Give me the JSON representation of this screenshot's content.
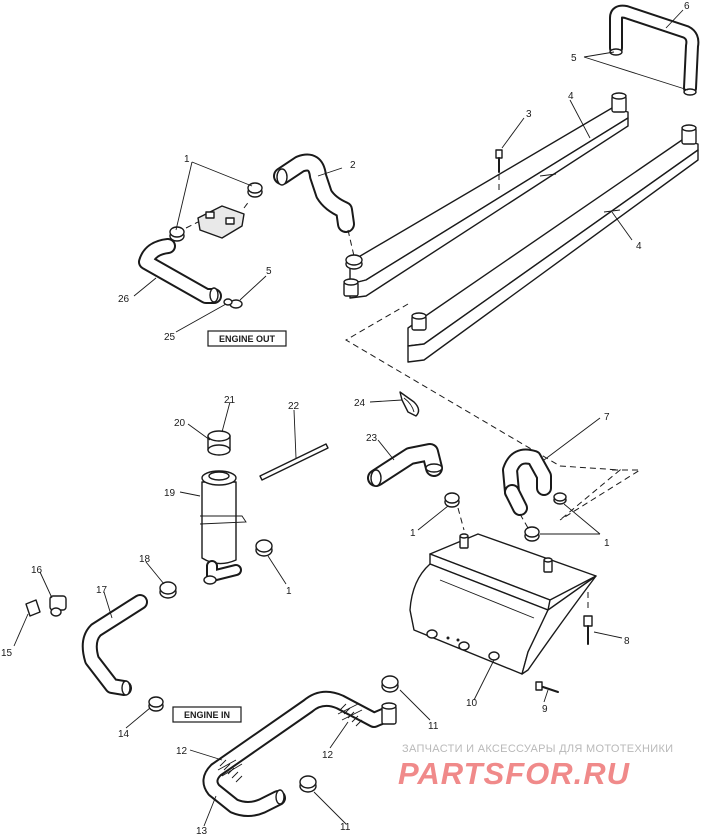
{
  "callouts": [
    {
      "id": "c6a",
      "text": "6"
    },
    {
      "id": "c5a",
      "text": "5"
    },
    {
      "id": "c3",
      "text": "3"
    },
    {
      "id": "c4a",
      "text": "4"
    },
    {
      "id": "c1a",
      "text": "1"
    },
    {
      "id": "c2",
      "text": "2"
    },
    {
      "id": "c4b",
      "text": "4"
    },
    {
      "id": "c5b",
      "text": "5"
    },
    {
      "id": "c26",
      "text": "26"
    },
    {
      "id": "c25",
      "text": "25"
    },
    {
      "id": "c24",
      "text": "24"
    },
    {
      "id": "c21",
      "text": "21"
    },
    {
      "id": "c22",
      "text": "22"
    },
    {
      "id": "c20",
      "text": "20"
    },
    {
      "id": "c23",
      "text": "23"
    },
    {
      "id": "c7",
      "text": "7"
    },
    {
      "id": "c19",
      "text": "19"
    },
    {
      "id": "c1b",
      "text": "1"
    },
    {
      "id": "c1c",
      "text": "1"
    },
    {
      "id": "c18",
      "text": "18"
    },
    {
      "id": "c1d",
      "text": "1"
    },
    {
      "id": "c16",
      "text": "16"
    },
    {
      "id": "c17",
      "text": "17"
    },
    {
      "id": "c8",
      "text": "8"
    },
    {
      "id": "c15",
      "text": "15"
    },
    {
      "id": "c10",
      "text": "10"
    },
    {
      "id": "c14",
      "text": "14"
    },
    {
      "id": "c11a",
      "text": "11"
    },
    {
      "id": "c9",
      "text": "9"
    },
    {
      "id": "c12a",
      "text": "12"
    },
    {
      "id": "c12b",
      "text": "12"
    },
    {
      "id": "c13",
      "text": "13"
    },
    {
      "id": "c11b",
      "text": "11"
    }
  ],
  "labels": {
    "engine_out": "ENGINE OUT",
    "engine_in": "ENGINE IN"
  },
  "watermark": {
    "tagline": "ЗАПЧАСТИ И АКСЕССУАРЫ ДЛЯ МОТОТЕХНИКИ",
    "logo_left": "PARTS",
    "logo_right": "FOR.RU"
  }
}
